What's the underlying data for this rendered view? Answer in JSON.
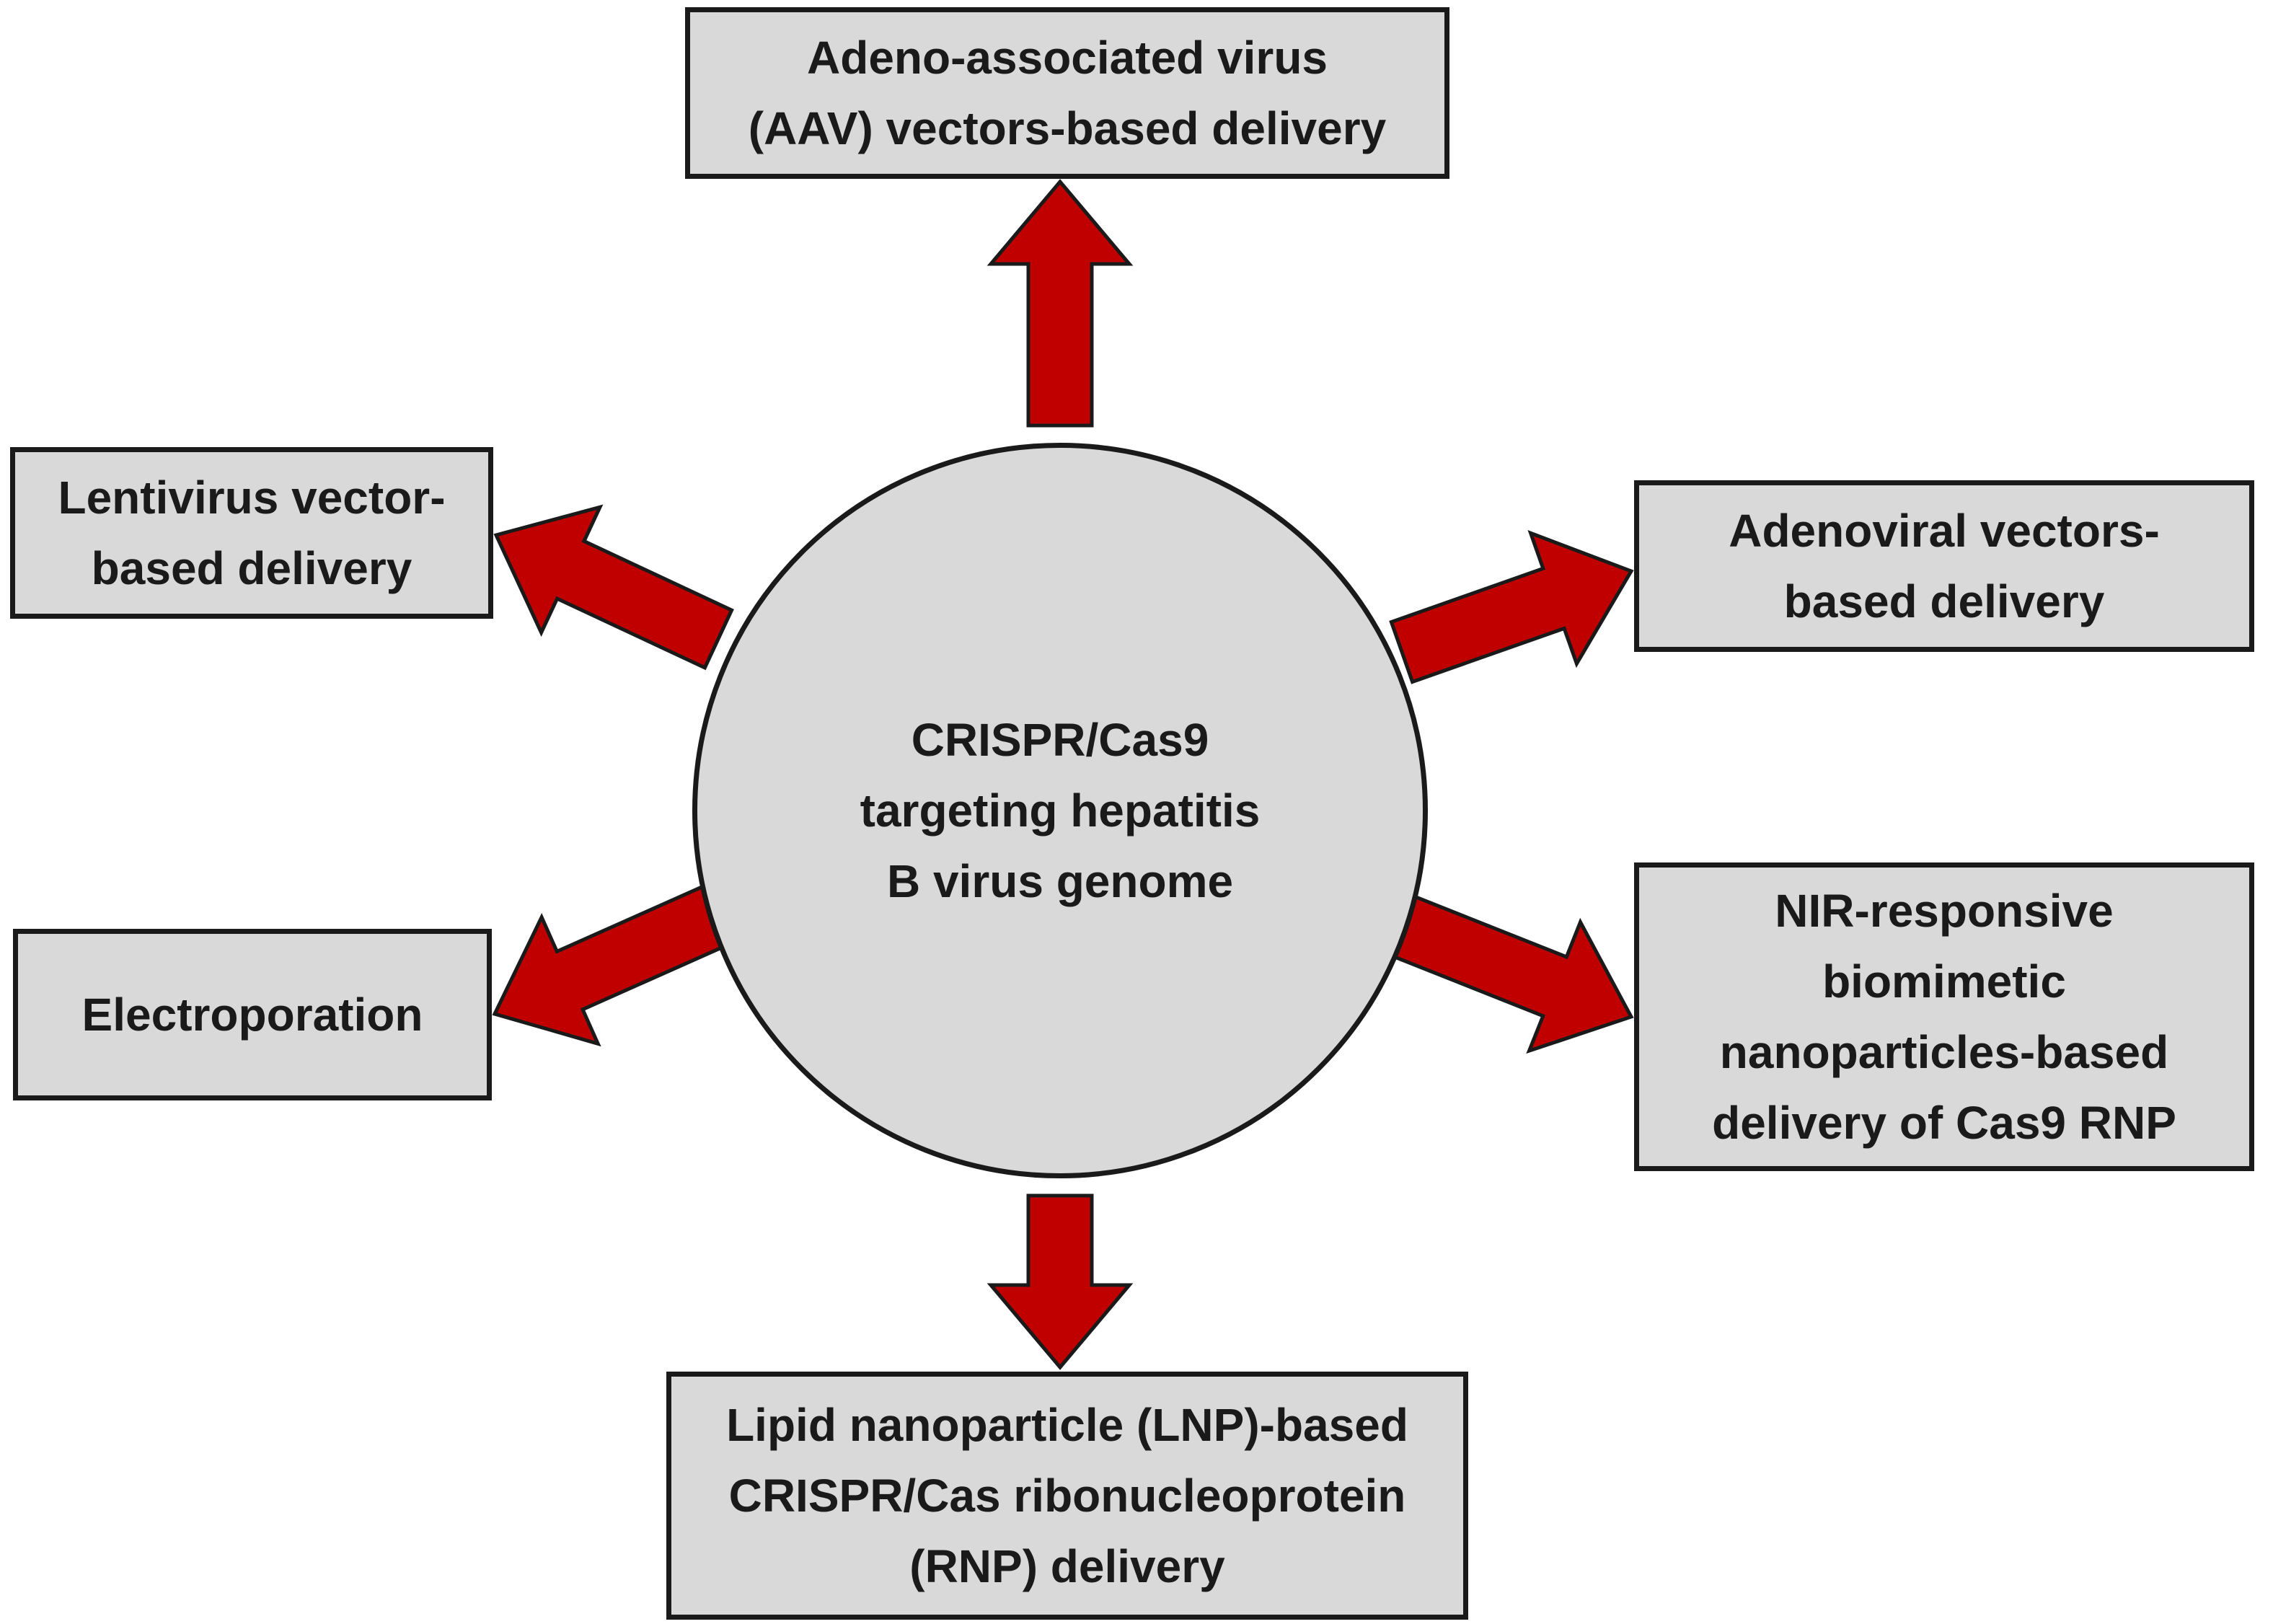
{
  "diagram": {
    "center": {
      "label": "CRISPR/Cas9\ntargeting hepatitis\nB virus genome"
    },
    "nodes": [
      {
        "id": "aav",
        "label": "Adeno-associated virus\n(AAV) vectors-based delivery"
      },
      {
        "id": "lentivirus",
        "label": "Lentivirus vector-\nbased delivery"
      },
      {
        "id": "adenoviral",
        "label": "Adenoviral vectors-\nbased delivery"
      },
      {
        "id": "electroporation",
        "label": "Electroporation"
      },
      {
        "id": "nir",
        "label": "NIR-responsive\nbiomimetic\nnanoparticles-based\ndelivery of Cas9 RNP"
      },
      {
        "id": "lnp",
        "label": "Lipid nanoparticle (LNP)-based\nCRISPR/Cas ribonucleoprotein\n(RNP) delivery"
      }
    ],
    "edges": [
      {
        "from": "center",
        "to": "aav"
      },
      {
        "from": "center",
        "to": "lentivirus"
      },
      {
        "from": "center",
        "to": "adenoviral"
      },
      {
        "from": "center",
        "to": "electroporation"
      },
      {
        "from": "center",
        "to": "nir"
      },
      {
        "from": "center",
        "to": "lnp"
      }
    ],
    "colors": {
      "arrow_fill": "#c00000",
      "arrow_stroke": "#1a1a1a",
      "node_fill": "#d9d9d9",
      "node_border": "#1a1a1a",
      "text": "#1a1a1a"
    }
  }
}
